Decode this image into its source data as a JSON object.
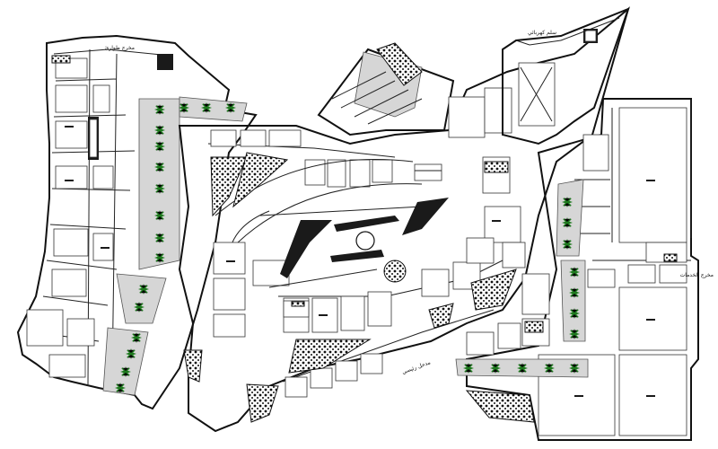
{
  "colors": {
    "wall": "#111111",
    "plant": "#1f7a1f",
    "planter_fill": "#d6d6d6",
    "background": "#ffffff"
  },
  "labels": {
    "top_left": "مخرج طوارئ",
    "top_right": "سلم كهربائي",
    "right_side": "مخرج الخدمات",
    "bottom_center": "مدخل رئيسي"
  }
}
